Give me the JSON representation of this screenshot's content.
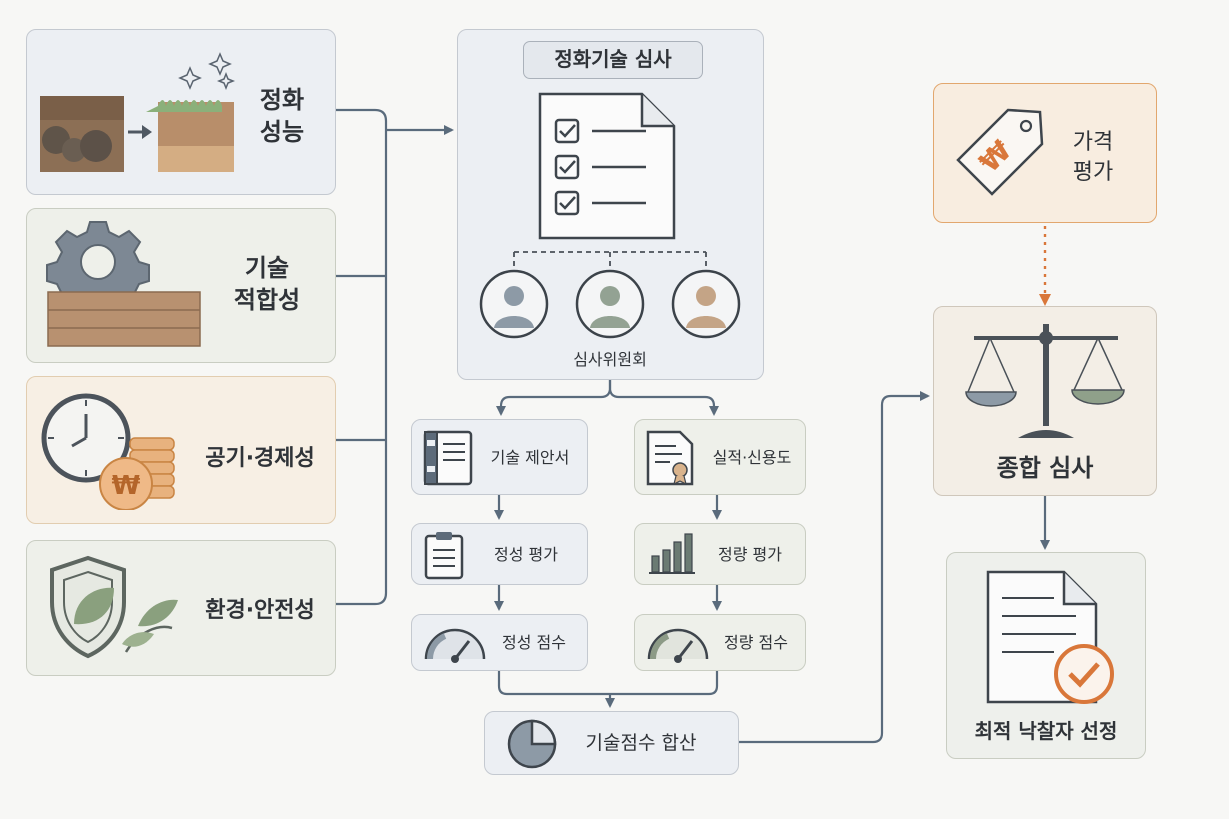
{
  "factors": {
    "purification": "정화\n성능",
    "tech_fit": "기술\n적합성",
    "schedule": "공기·경제성",
    "environment": "환경·안전성"
  },
  "review": {
    "title": "정화기술 심사",
    "committee": "심사위원회"
  },
  "qualitative": {
    "proposal": "기술 제안서",
    "evaluation": "정성 평가",
    "score": "정성 점수"
  },
  "quantitative": {
    "record": "실적·신용도",
    "evaluation": "정량 평가",
    "score": "정량 점수"
  },
  "sum_label": "기술점수 합산",
  "price": {
    "label": "가격\n평가",
    "currency_symbol": "₩"
  },
  "coin_symbol": "₩",
  "overall": "종합 심사",
  "final": "최적 낙찰자 선정",
  "colors": {
    "line": "#5a6b7c",
    "accent": "#d9773a"
  }
}
